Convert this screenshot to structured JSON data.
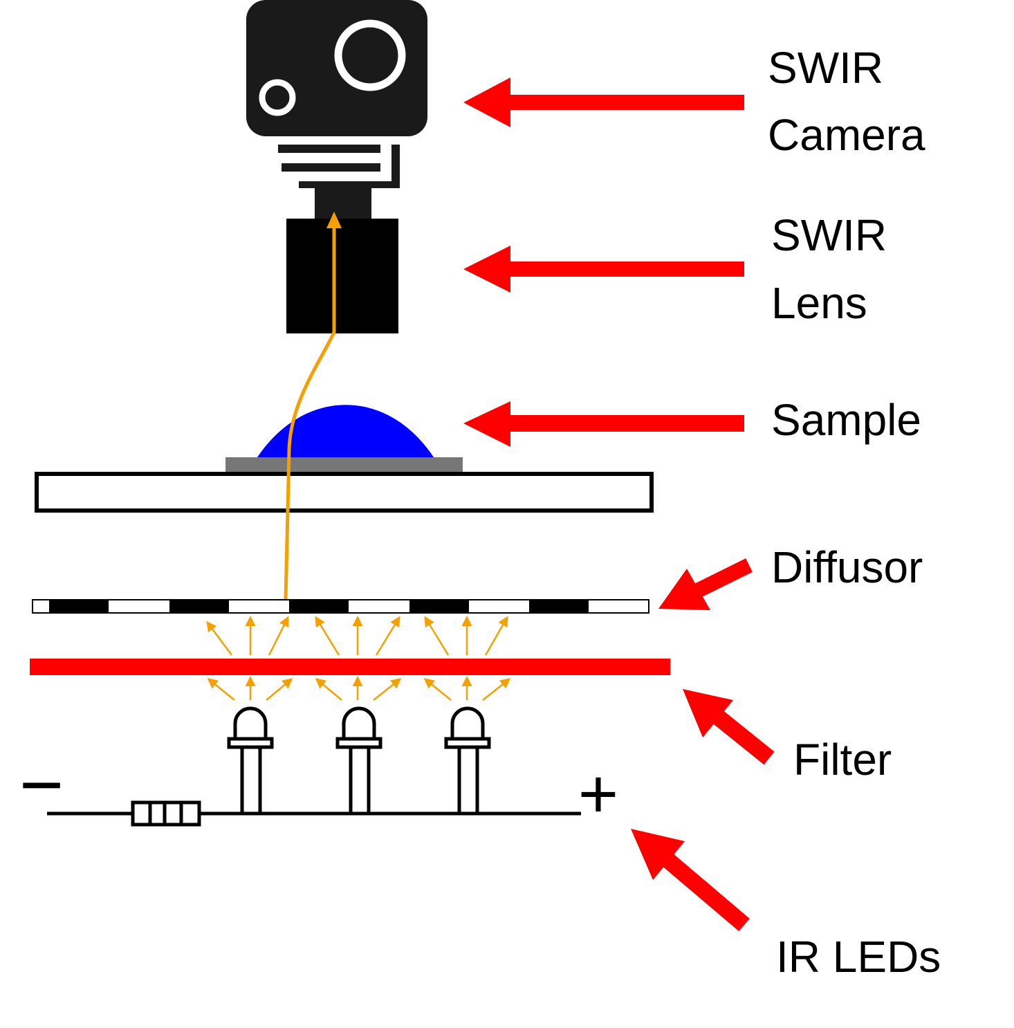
{
  "labels": {
    "camera": [
      "SWIR",
      "Camera"
    ],
    "lens": [
      "SWIR",
      "Lens"
    ],
    "sample": "Sample",
    "diffusor": "Diffusor",
    "filter": "Filter",
    "leds": "IR LEDs"
  },
  "circuit": {
    "negative_sign": "−",
    "positive_sign": "+"
  },
  "colors": {
    "pointer_arrows": "#ff0000",
    "filter": "#ff0000",
    "light_rays": "#f5a000",
    "sample": "#0000ff",
    "camera_body": "#1a1a1a",
    "sample_base": "#777777"
  }
}
